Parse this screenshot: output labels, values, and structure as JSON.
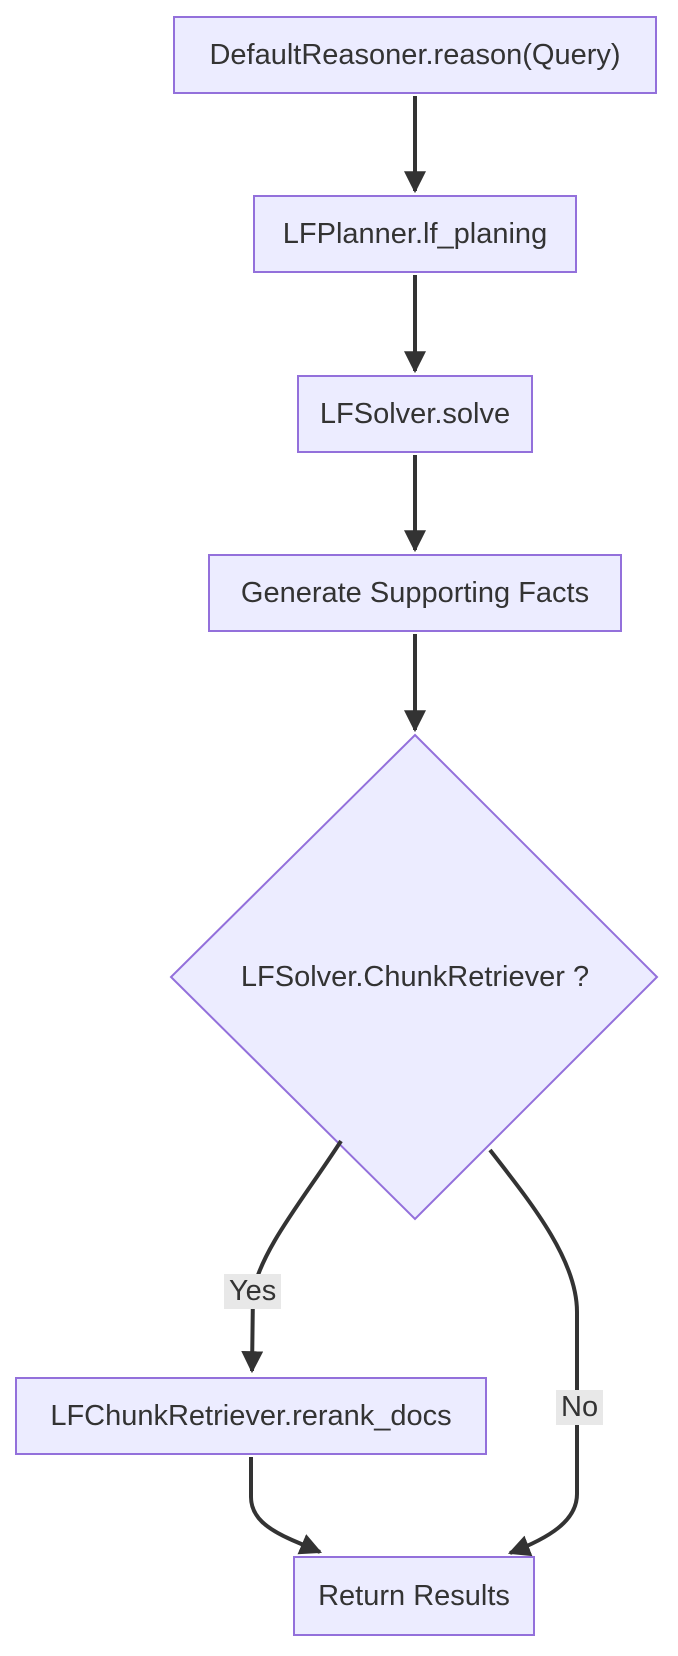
{
  "diagram": {
    "type": "flowchart",
    "direction": "top-down",
    "nodes": {
      "default_reasoner": {
        "label": "DefaultReasoner.reason(Query)",
        "shape": "rect"
      },
      "lf_planner": {
        "label": "LFPlanner.lf_planing",
        "shape": "rect"
      },
      "lf_solver": {
        "label": "LFSolver.solve",
        "shape": "rect"
      },
      "generate_facts": {
        "label": "Generate Supporting Facts",
        "shape": "rect"
      },
      "decision": {
        "label": "LFSolver.ChunkRetriever ?",
        "shape": "diamond"
      },
      "rerank_docs": {
        "label": "LFChunkRetriever.rerank_docs",
        "shape": "rect"
      },
      "return_results": {
        "label": "Return Results",
        "shape": "rect"
      }
    },
    "edges": {
      "reason_to_planner": {
        "from": "default_reasoner",
        "to": "lf_planner",
        "label": ""
      },
      "planner_to_solver": {
        "from": "lf_planner",
        "to": "lf_solver",
        "label": ""
      },
      "solver_to_facts": {
        "from": "lf_solver",
        "to": "generate_facts",
        "label": ""
      },
      "facts_to_decision": {
        "from": "generate_facts",
        "to": "decision",
        "label": ""
      },
      "decision_yes": {
        "from": "decision",
        "to": "rerank_docs",
        "label": "Yes"
      },
      "decision_no": {
        "from": "decision",
        "to": "return_results",
        "label": "No"
      },
      "rerank_to_results": {
        "from": "rerank_docs",
        "to": "return_results",
        "label": ""
      }
    },
    "colors": {
      "node_fill": "#ECECFF",
      "node_border": "#9370DB",
      "edge_stroke": "#333333",
      "text": "#333333",
      "edge_label_bg": "#e8e8e8",
      "background": "#ffffff"
    }
  }
}
